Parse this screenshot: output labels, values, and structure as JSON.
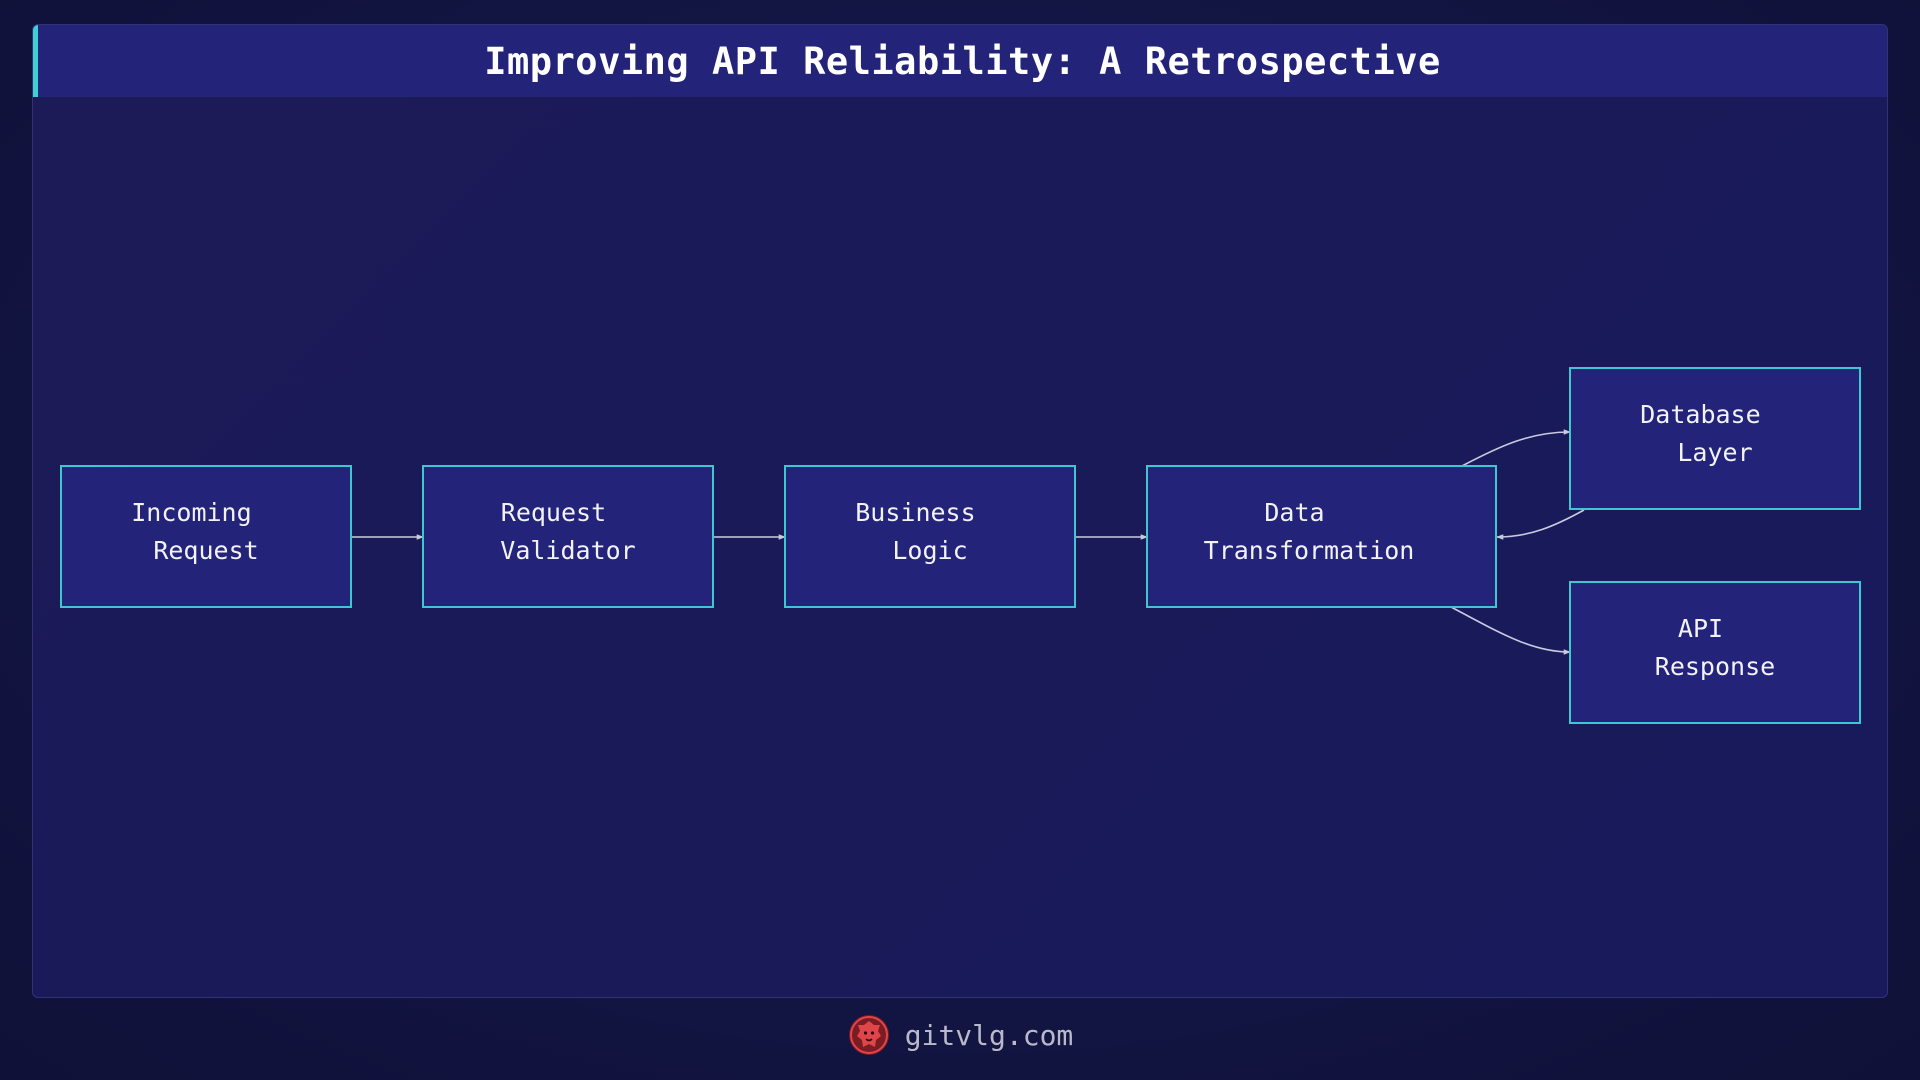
{
  "title": "Improving API Reliability: A Retrospective",
  "colors": {
    "background": "#131544",
    "panel": "#1b1b58",
    "title_bar": "#23237a",
    "accent": "#3fd0d4",
    "node_fill": "#23237a",
    "node_border": "#3ec7cf",
    "edge": "#c9cadf",
    "logo": "#d63a3a"
  },
  "nodes": [
    {
      "id": "incoming",
      "lines": [
        "Incoming",
        "Request"
      ]
    },
    {
      "id": "validator",
      "lines": [
        "Request",
        "Validator"
      ]
    },
    {
      "id": "logic",
      "lines": [
        "Business",
        "Logic"
      ]
    },
    {
      "id": "transform",
      "lines": [
        "Data",
        "Transformation"
      ]
    },
    {
      "id": "database",
      "lines": [
        "Database",
        "Layer"
      ]
    },
    {
      "id": "response",
      "lines": [
        "API",
        "Response"
      ]
    }
  ],
  "edges": [
    {
      "from": "incoming",
      "to": "validator"
    },
    {
      "from": "validator",
      "to": "logic"
    },
    {
      "from": "logic",
      "to": "transform"
    },
    {
      "from": "transform",
      "to": "database"
    },
    {
      "from": "database",
      "to": "transform"
    },
    {
      "from": "transform",
      "to": "response"
    }
  ],
  "footer": {
    "logo_icon": "lion-logo-icon",
    "site": "gitvlg.com"
  }
}
